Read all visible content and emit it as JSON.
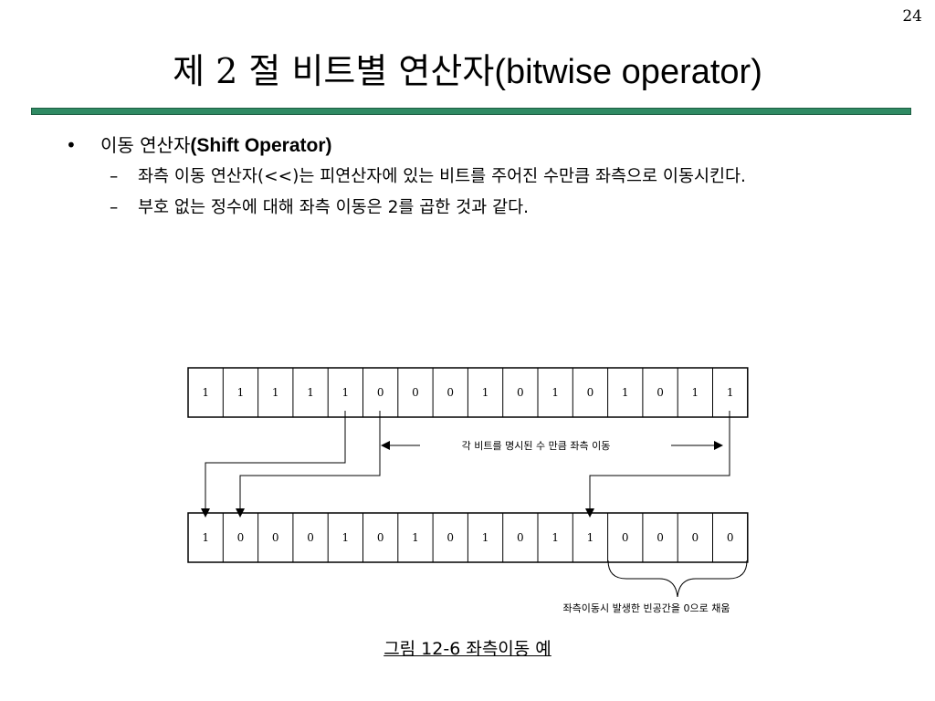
{
  "page_number": "24",
  "title": {
    "korean": "제 2 절  비트별 연산자",
    "english": "(bitwise operator)"
  },
  "bullet": {
    "korean": "이동 연산자",
    "english": "(Shift Operator)",
    "subs": [
      "좌측 이동 연산자(<<)는 피연산자에 있는 비트를 주어진 수만큼 좌측으로 이동시킨다.",
      "부호 없는 정수에 대해 좌측 이동은 2를 곱한 것과 같다."
    ]
  },
  "figure": {
    "top_bits": [
      "1",
      "1",
      "1",
      "1",
      "1",
      "0",
      "0",
      "0",
      "1",
      "0",
      "1",
      "0",
      "1",
      "0",
      "1",
      "1"
    ],
    "bottom_bits": [
      "1",
      "0",
      "0",
      "0",
      "1",
      "0",
      "1",
      "0",
      "1",
      "0",
      "1",
      "1",
      "0",
      "0",
      "0",
      "0"
    ],
    "shift_label": "각 비트를 명시된 수 만큼 좌측 이동",
    "fill_label": "좌측이동시 발생한 빈공간을 0으로 채움"
  },
  "caption": "그림 12-6 좌측이동 예",
  "colors": {
    "rule": "#2f8a63"
  }
}
